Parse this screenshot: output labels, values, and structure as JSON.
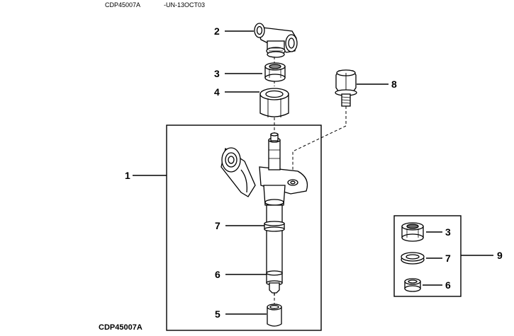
{
  "header": {
    "code": "CDP45007A",
    "date": "-UN-13OCT03"
  },
  "footer": {
    "code": "CDP45007A"
  },
  "callouts": {
    "tee_fitting": "2",
    "washer_top": "3",
    "nut": "4",
    "assembly": "1",
    "bolt": "8",
    "seal_ring": "7",
    "lower_seal": "6",
    "sleeve": "5",
    "kit": "9",
    "kit_washer": "3",
    "kit_ring": "7",
    "kit_seal": "6"
  }
}
